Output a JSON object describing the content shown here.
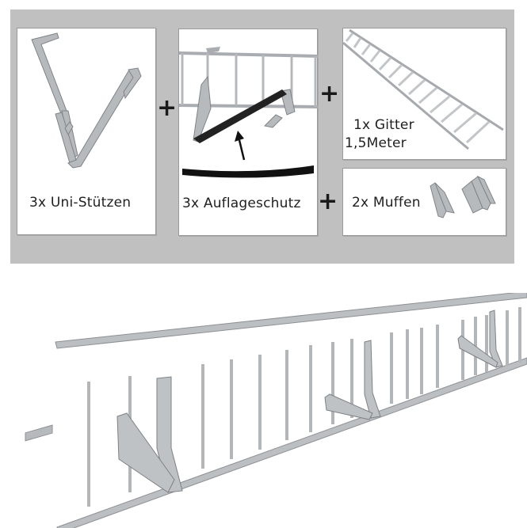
{
  "product_set": {
    "items": [
      {
        "id": "uni-stuetzen",
        "label": "3x Uni-Stützen",
        "quantity": 3,
        "name": "Uni-Stützen"
      },
      {
        "id": "auflageschutz",
        "label": "3x Auflageschutz",
        "quantity": 3,
        "name": "Auflageschutz"
      },
      {
        "id": "gitter",
        "label_line1": "1x Gitter",
        "label_line2": "1,5Meter",
        "quantity": 1,
        "name": "Gitter",
        "length": "1,5Meter"
      },
      {
        "id": "muffen",
        "label": "2x Muffen",
        "quantity": 2,
        "name": "Muffen"
      }
    ],
    "separators": [
      "+",
      "+",
      "+"
    ]
  },
  "colors": {
    "background_box": "#c0c0c0",
    "panel": "#ffffff",
    "metal": "#b9bcbf",
    "metal_dark": "#8e9296",
    "text": "#1f1f1f"
  },
  "assembly_image": {
    "description": "Assembled snow guard: Gitter mounted on three Uni-Stützen",
    "supports_count": 3
  }
}
